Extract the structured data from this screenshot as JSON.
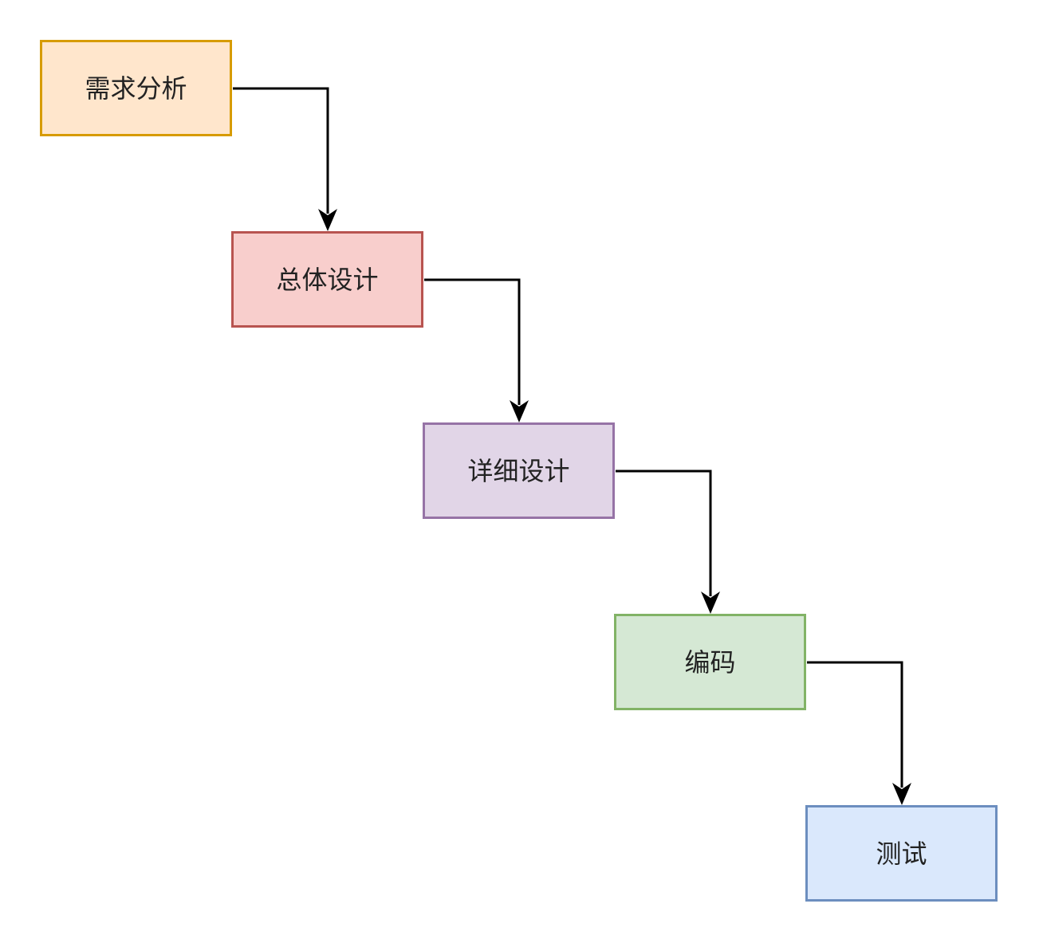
{
  "stages": [
    {
      "label": "需求分析",
      "fill": "#ffe6cc",
      "stroke": "#d79b00"
    },
    {
      "label": "总体设计",
      "fill": "#f8cecc",
      "stroke": "#b85450"
    },
    {
      "label": "详细设计",
      "fill": "#e1d5e7",
      "stroke": "#9673a6"
    },
    {
      "label": "编码",
      "fill": "#d5e8d4",
      "stroke": "#82b366"
    },
    {
      "label": "测试",
      "fill": "#dae8fc",
      "stroke": "#6c8ebf"
    }
  ],
  "connector_color": "#000000"
}
